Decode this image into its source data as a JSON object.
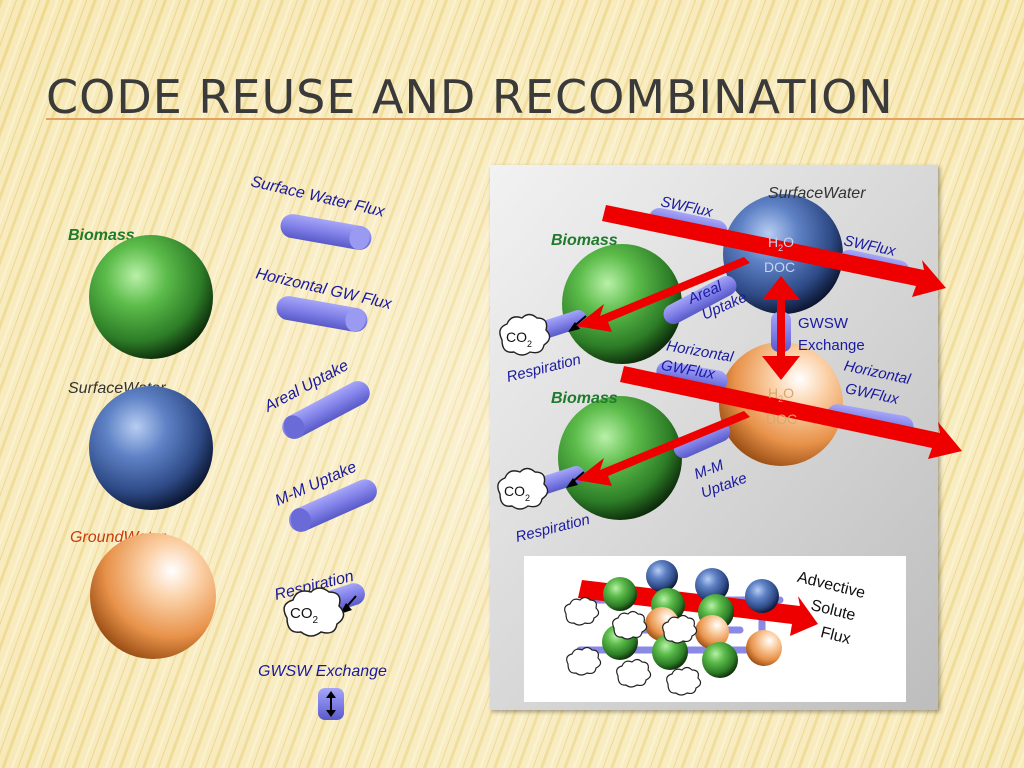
{
  "title": "Code Reuse and Recombination",
  "colors": {
    "biomass_label": "#1f7a2b",
    "surfacewater_label": "#333333",
    "groundwater_label": "#c83a0a",
    "flux_label": "#1a1aa0",
    "arrow_red": "#ee0000",
    "cylinder": "#8080e8"
  },
  "legend": {
    "components": {
      "biomass": "Biomass",
      "surfacewater": "SurfaceWater",
      "groundwater": "GroundWater"
    },
    "fluxes": {
      "surface_water_flux": "Surface Water Flux",
      "horizontal_gw_flux": "Horizontal GW Flux",
      "areal_uptake": "Areal Uptake",
      "mm_uptake": "M-M Uptake",
      "respiration": "Respiration",
      "co2": "CO",
      "co2_sub": "2",
      "gwsw_exchange": "GWSW Exchange"
    }
  },
  "composite": {
    "surfacewater": "SurfaceWater",
    "biomass_top": "Biomass",
    "biomass_bottom": "Biomass",
    "swflux_left": "SWFlux",
    "swflux_right": "SWFlux",
    "h2o_top": "H",
    "h2o_top_sub": "2",
    "h2o_top_o": "O",
    "doc_top": "DOC",
    "h2o_bottom": "H",
    "h2o_bottom_sub": "2",
    "h2o_bottom_o": "O",
    "doc_bottom": "DOC",
    "areal_line1": "Areal",
    "areal_line2": "Uptake",
    "gwsw_line1": "GWSW",
    "gwsw_line2": "Exchange",
    "horizontal_gwflux_left_line1": "Horizontal",
    "horizontal_gwflux_left_line2": "GWFlux",
    "horizontal_gwflux_right_line1": "Horizontal",
    "horizontal_gwflux_right_line2": "GWFlux",
    "mm_line1": "M-M",
    "mm_line2": "Uptake",
    "respiration_top": "Respiration",
    "respiration_bottom": "Respiration",
    "co2_top": "CO",
    "co2_top_sub": "2",
    "co2_bottom": "CO",
    "co2_bottom_sub": "2"
  },
  "inset": {
    "line1": "Advective",
    "line2": "Solute",
    "line3": "Flux"
  }
}
